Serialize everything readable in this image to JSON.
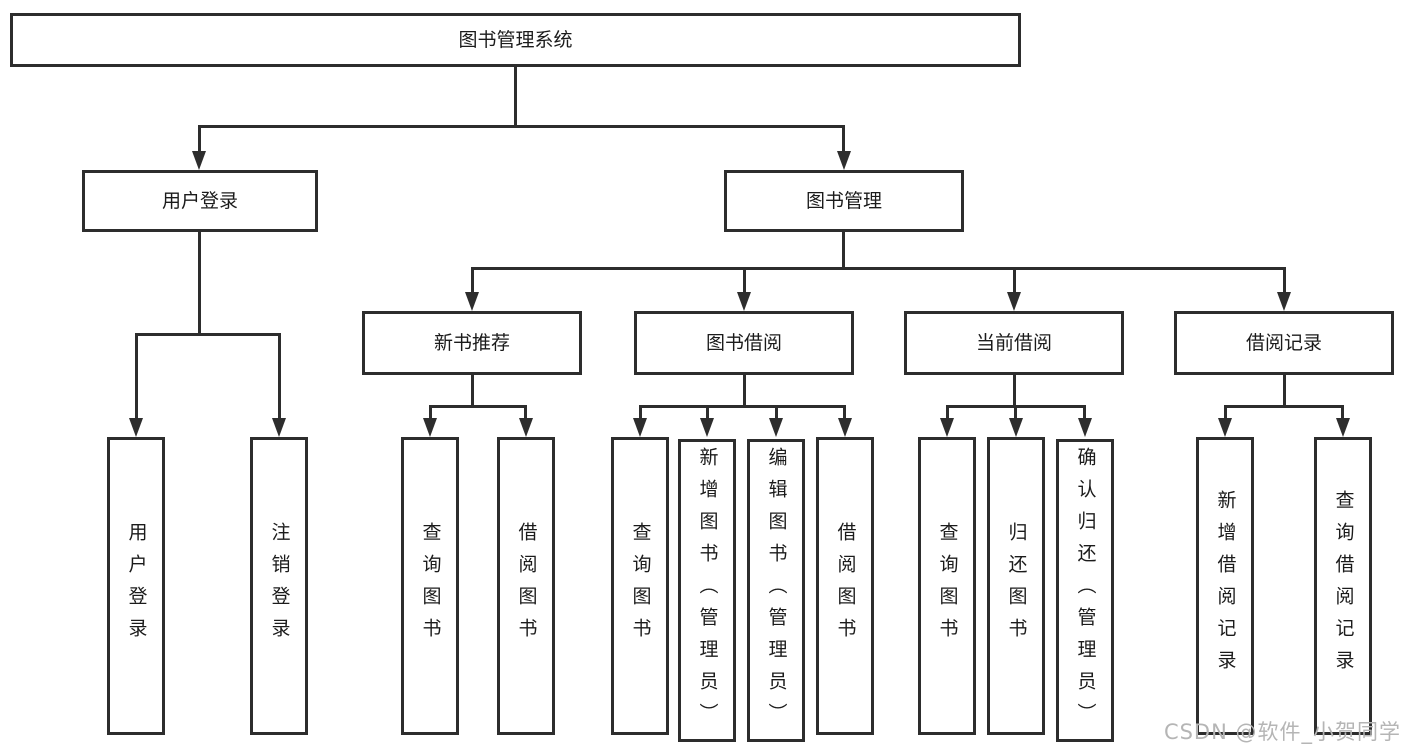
{
  "tree": {
    "label": "图书管理系统",
    "children": [
      {
        "label": "用户登录",
        "children": [
          {
            "label": "用户登录"
          },
          {
            "label": "注销登录"
          }
        ]
      },
      {
        "label": "图书管理",
        "children": [
          {
            "label": "新书推荐",
            "children": [
              {
                "label": "查询图书"
              },
              {
                "label": "借阅图书"
              }
            ]
          },
          {
            "label": "图书借阅",
            "children": [
              {
                "label": "查询图书"
              },
              {
                "label": "新增图书（管理员）"
              },
              {
                "label": "编辑图书（管理员）"
              },
              {
                "label": "借阅图书"
              }
            ]
          },
          {
            "label": "当前借阅",
            "children": [
              {
                "label": "查询图书"
              },
              {
                "label": "归还图书"
              },
              {
                "label": "确认归还（管理员）"
              }
            ]
          },
          {
            "label": "借阅记录",
            "children": [
              {
                "label": "新增借阅记录"
              },
              {
                "label": "查询借阅记录"
              }
            ]
          }
        ]
      }
    ]
  },
  "watermark": {
    "text": "CSDN @软件_小贺同学"
  },
  "colors": {
    "line": "#2d2d2d",
    "text": "#1b1b1b",
    "watermark": "#b5b5b5",
    "background": "#ffffff"
  }
}
